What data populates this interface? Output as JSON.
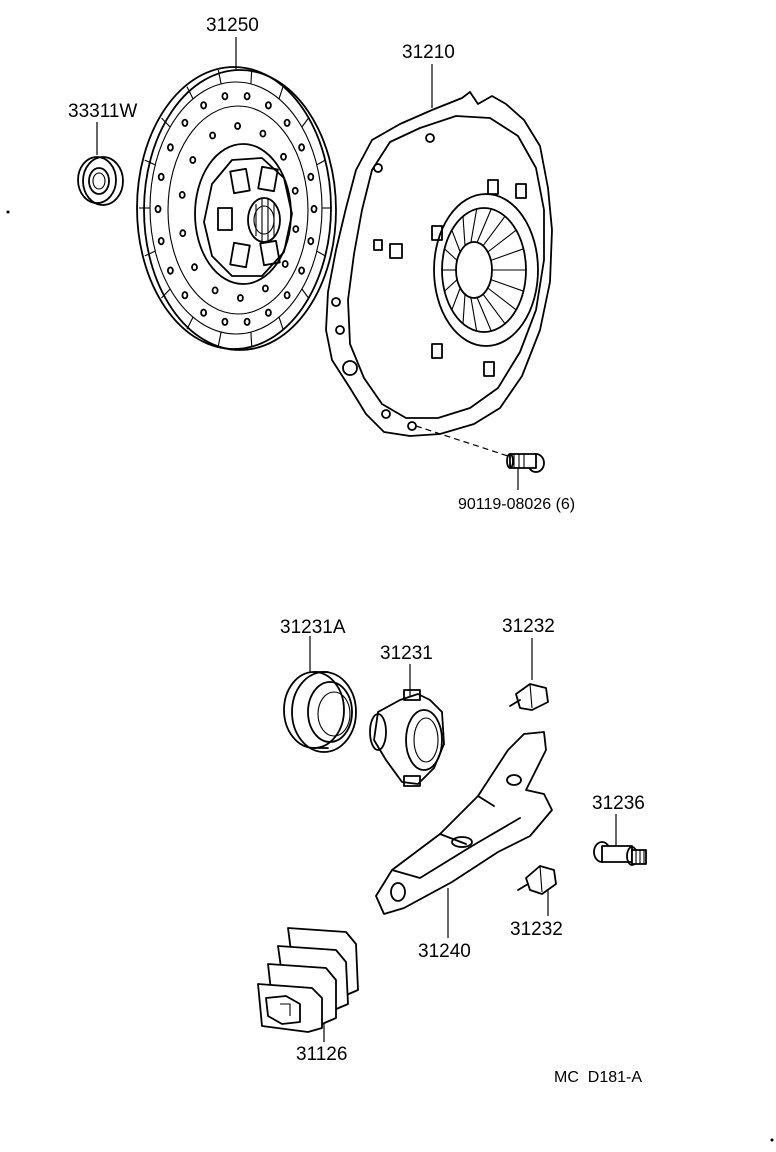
{
  "diagram": {
    "parts": [
      {
        "id": "p31250",
        "number": "31250"
      },
      {
        "id": "p33311W",
        "number": "33311W"
      },
      {
        "id": "p31210",
        "number": "31210"
      },
      {
        "id": "p90119",
        "number": "90119-08026 (6)"
      },
      {
        "id": "p31231A",
        "number": "31231A"
      },
      {
        "id": "p31231",
        "number": "31231"
      },
      {
        "id": "p31232a",
        "number": "31232"
      },
      {
        "id": "p31236",
        "number": "31236"
      },
      {
        "id": "p31232b",
        "number": "31232"
      },
      {
        "id": "p31240",
        "number": "31240"
      },
      {
        "id": "p31126",
        "number": "31126"
      }
    ],
    "diagram_code": "MC  D181-A"
  }
}
